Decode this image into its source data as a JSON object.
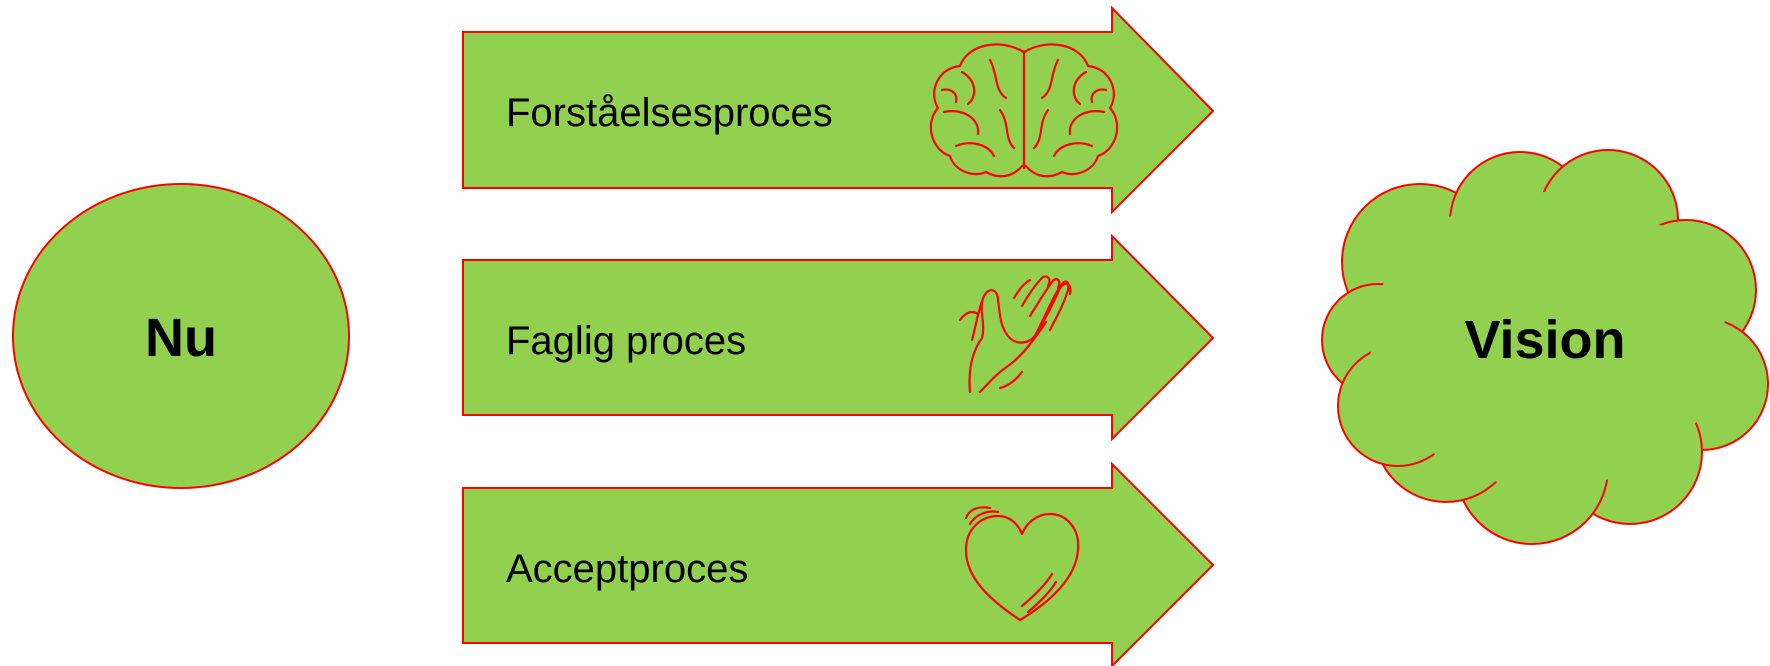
{
  "colors": {
    "shape_fill": "#92d050",
    "outline": "#ff0000",
    "text": "#000000"
  },
  "start_node": {
    "label": "Nu",
    "shape": "ellipse"
  },
  "processes": [
    {
      "label": "Forståelsesproces",
      "icon": "brain-icon"
    },
    {
      "label": "Faglig proces",
      "icon": "hand-icon"
    },
    {
      "label": "Acceptproces",
      "icon": "heart-icon"
    }
  ],
  "end_node": {
    "label": "Vision",
    "shape": "cloud"
  }
}
